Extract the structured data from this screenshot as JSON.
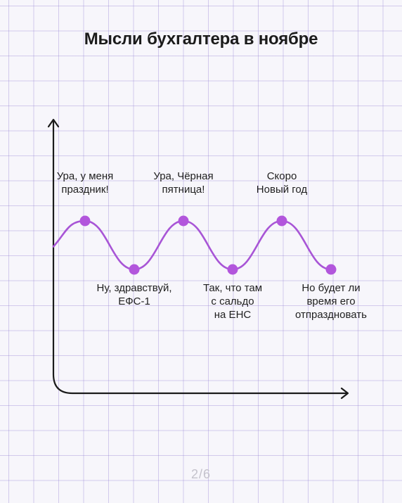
{
  "title": "Мысли бухгалтера в ноябре",
  "page_counter": "2/6",
  "colors": {
    "curve": "#a855d6",
    "points": "#b256dc",
    "axes": "#1b1b1b",
    "grid": "#b3a6df"
  },
  "chart_data": {
    "type": "line",
    "title": "Мысли бухгалтера в ноябре",
    "xlabel": "",
    "ylabel": "",
    "grid": true,
    "axis_ticks": false,
    "ylim": [
      0,
      1
    ],
    "points": [
      {
        "x": 1,
        "y": 1,
        "label": [
          "Ура, у меня",
          "праздник!"
        ]
      },
      {
        "x": 2,
        "y": 0,
        "label": [
          "Ну, здравствуй,",
          "ЕФС-1"
        ]
      },
      {
        "x": 3,
        "y": 1,
        "label": [
          "Ура, Чёрная",
          "пятница!"
        ]
      },
      {
        "x": 4,
        "y": 0,
        "label": [
          "Так, что там",
          "с сальдо",
          "на ЕНС"
        ]
      },
      {
        "x": 5,
        "y": 1,
        "label": [
          "Скоро",
          "Новый год"
        ]
      },
      {
        "x": 6,
        "y": 0,
        "label": [
          "Но будет ли",
          "время его",
          "отпраздновать"
        ]
      }
    ]
  }
}
